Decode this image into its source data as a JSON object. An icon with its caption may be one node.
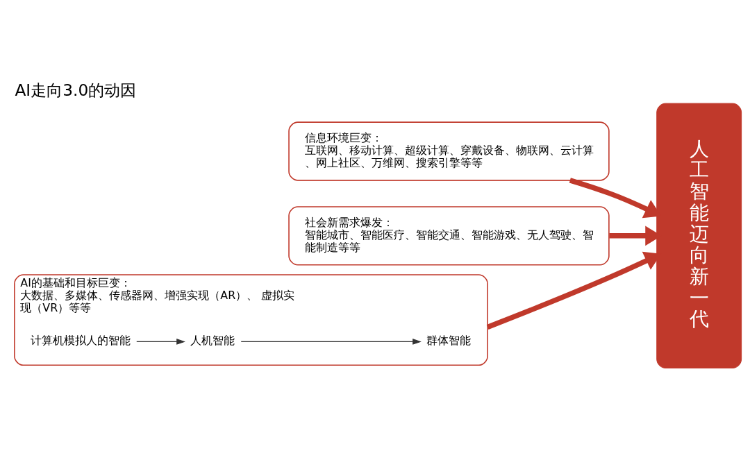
{
  "diagram": {
    "title": "AI走向3.0的动因",
    "nodes": [
      {
        "text": [
          "信息环境巨变：",
          "互联网、移动计算、超级计算、穿戴设备、物联网、云计算、网上社区、万维网、搜索引擎等等"
        ]
      },
      {
        "text": [
          "社会新需求爆发：",
          "智能城市、智能医疗、智能交通、智能游戏、无人驾驶、智能制造等等"
        ]
      },
      {
        "text": [
          "AI的基础和目标巨变：",
          "大数据、多媒体、传感器网、增强实现（AR）、 虚拟实现（VR）等等"
        ]
      },
      {
        "text": [
          "计算机模拟人的智能"
        ],
        "in": 2
      },
      {
        "text": [
          "人机智能"
        ],
        "in": 2
      },
      {
        "text": [
          "群体智能"
        ],
        "in": 2
      },
      {
        "text": [
          "人工智能迈向新一代"
        ]
      }
    ],
    "edges": [
      {
        "from": 3,
        "to": 4,
        "arrow": "to",
        "color": "#333333"
      },
      {
        "from": 4,
        "to": 5,
        "arrow": "to",
        "color": "#333333"
      },
      {
        "from": 0,
        "to": 6,
        "arrow": "to"
      },
      {
        "from": 1,
        "to": 6,
        "arrow": "to"
      },
      {
        "from": 2,
        "to": 6,
        "arrow": "to"
      }
    ]
  }
}
